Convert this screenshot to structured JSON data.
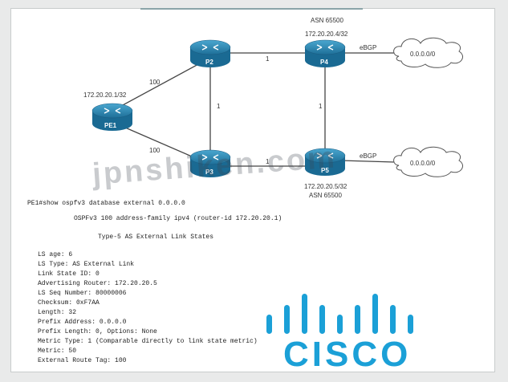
{
  "topology": {
    "routers": [
      {
        "id": "p2",
        "label": "P2"
      },
      {
        "id": "p4",
        "label": "P4"
      },
      {
        "id": "pe1",
        "label": "PE1"
      },
      {
        "id": "p3",
        "label": "P3"
      },
      {
        "id": "p5",
        "label": "P5"
      }
    ],
    "addresses": {
      "asn_top": "ASN 65500",
      "p4_ip": "172.20.20.4/32",
      "pe1_ip": "172.20.20.1/32",
      "p5_ip": "172.20.20.5/32",
      "asn_bottom": "ASN 65500"
    },
    "link_costs": {
      "pe1_p2": "100",
      "pe1_p3": "100",
      "p2_p4": "1",
      "p2_p3": "1",
      "p4_p5": "1",
      "p3_p5": "1"
    },
    "ebgp": {
      "top": "eBGP",
      "bottom": "eBGP"
    },
    "clouds": {
      "top": "0.0.0.0/0",
      "bottom": "0.0.0.0/0"
    }
  },
  "output": {
    "command": "PE1#show ospfv3 database external 0.0.0.0",
    "header1": "OSPFv3 100 address-family ipv4 (router-id 172.20.20.1)",
    "header2": "Type-5 AS External Link States",
    "fields": [
      "LS age: 6",
      "LS Type: AS External Link",
      "Link State ID: 0",
      "Advertising Router: 172.20.20.5",
      "LS Seq Number: 80000006",
      "Checksum: 0xF7AA",
      "Length: 32",
      "Prefix Address: 0.0.0.0",
      "Prefix Length: 0, Options: None",
      "Metric Type: 1 (Comparable directly to link state metric)",
      "Metric: 50",
      "External Route Tag: 100"
    ]
  },
  "watermark": "jpnshiken.com",
  "logo": {
    "word": "CISCO",
    "color": "#1ba0d7"
  }
}
